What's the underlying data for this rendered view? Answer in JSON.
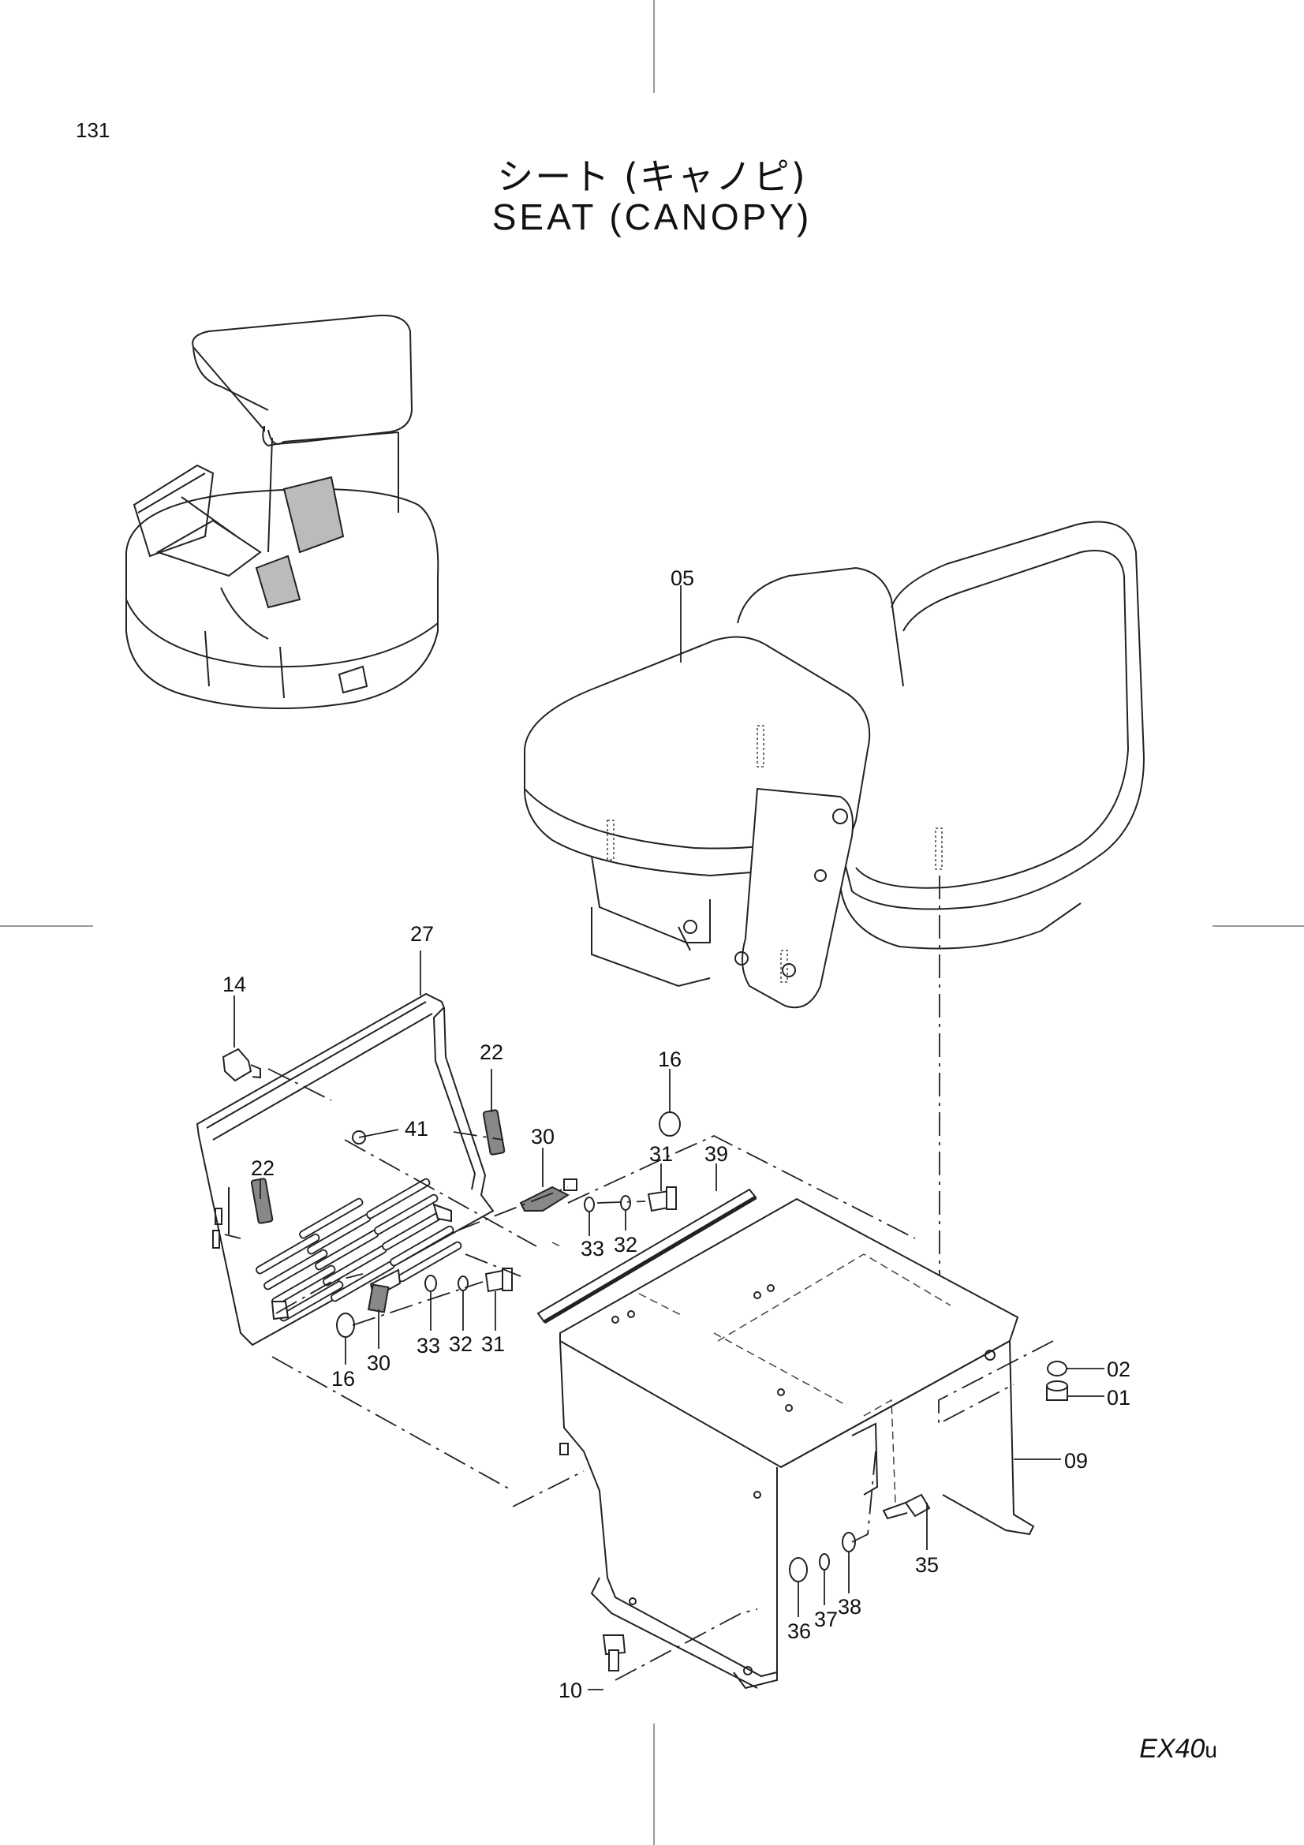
{
  "page": {
    "number": "131"
  },
  "title": {
    "japanese": "シート (キャノピ)",
    "english": "SEAT (CANOPY)"
  },
  "model": {
    "prefix": "EX40",
    "suffix": "u"
  },
  "callouts": [
    {
      "id": "05"
    },
    {
      "id": "27"
    },
    {
      "id": "14"
    },
    {
      "id": "22"
    },
    {
      "id": "41"
    },
    {
      "id": "22"
    },
    {
      "id": "30"
    },
    {
      "id": "16"
    },
    {
      "id": "31"
    },
    {
      "id": "39"
    },
    {
      "id": "33"
    },
    {
      "id": "32"
    },
    {
      "id": "33"
    },
    {
      "id": "32"
    },
    {
      "id": "31"
    },
    {
      "id": "30"
    },
    {
      "id": "16"
    },
    {
      "id": "02"
    },
    {
      "id": "01"
    },
    {
      "id": "09"
    },
    {
      "id": "35"
    },
    {
      "id": "36"
    },
    {
      "id": "37"
    },
    {
      "id": "38"
    },
    {
      "id": "10"
    }
  ]
}
